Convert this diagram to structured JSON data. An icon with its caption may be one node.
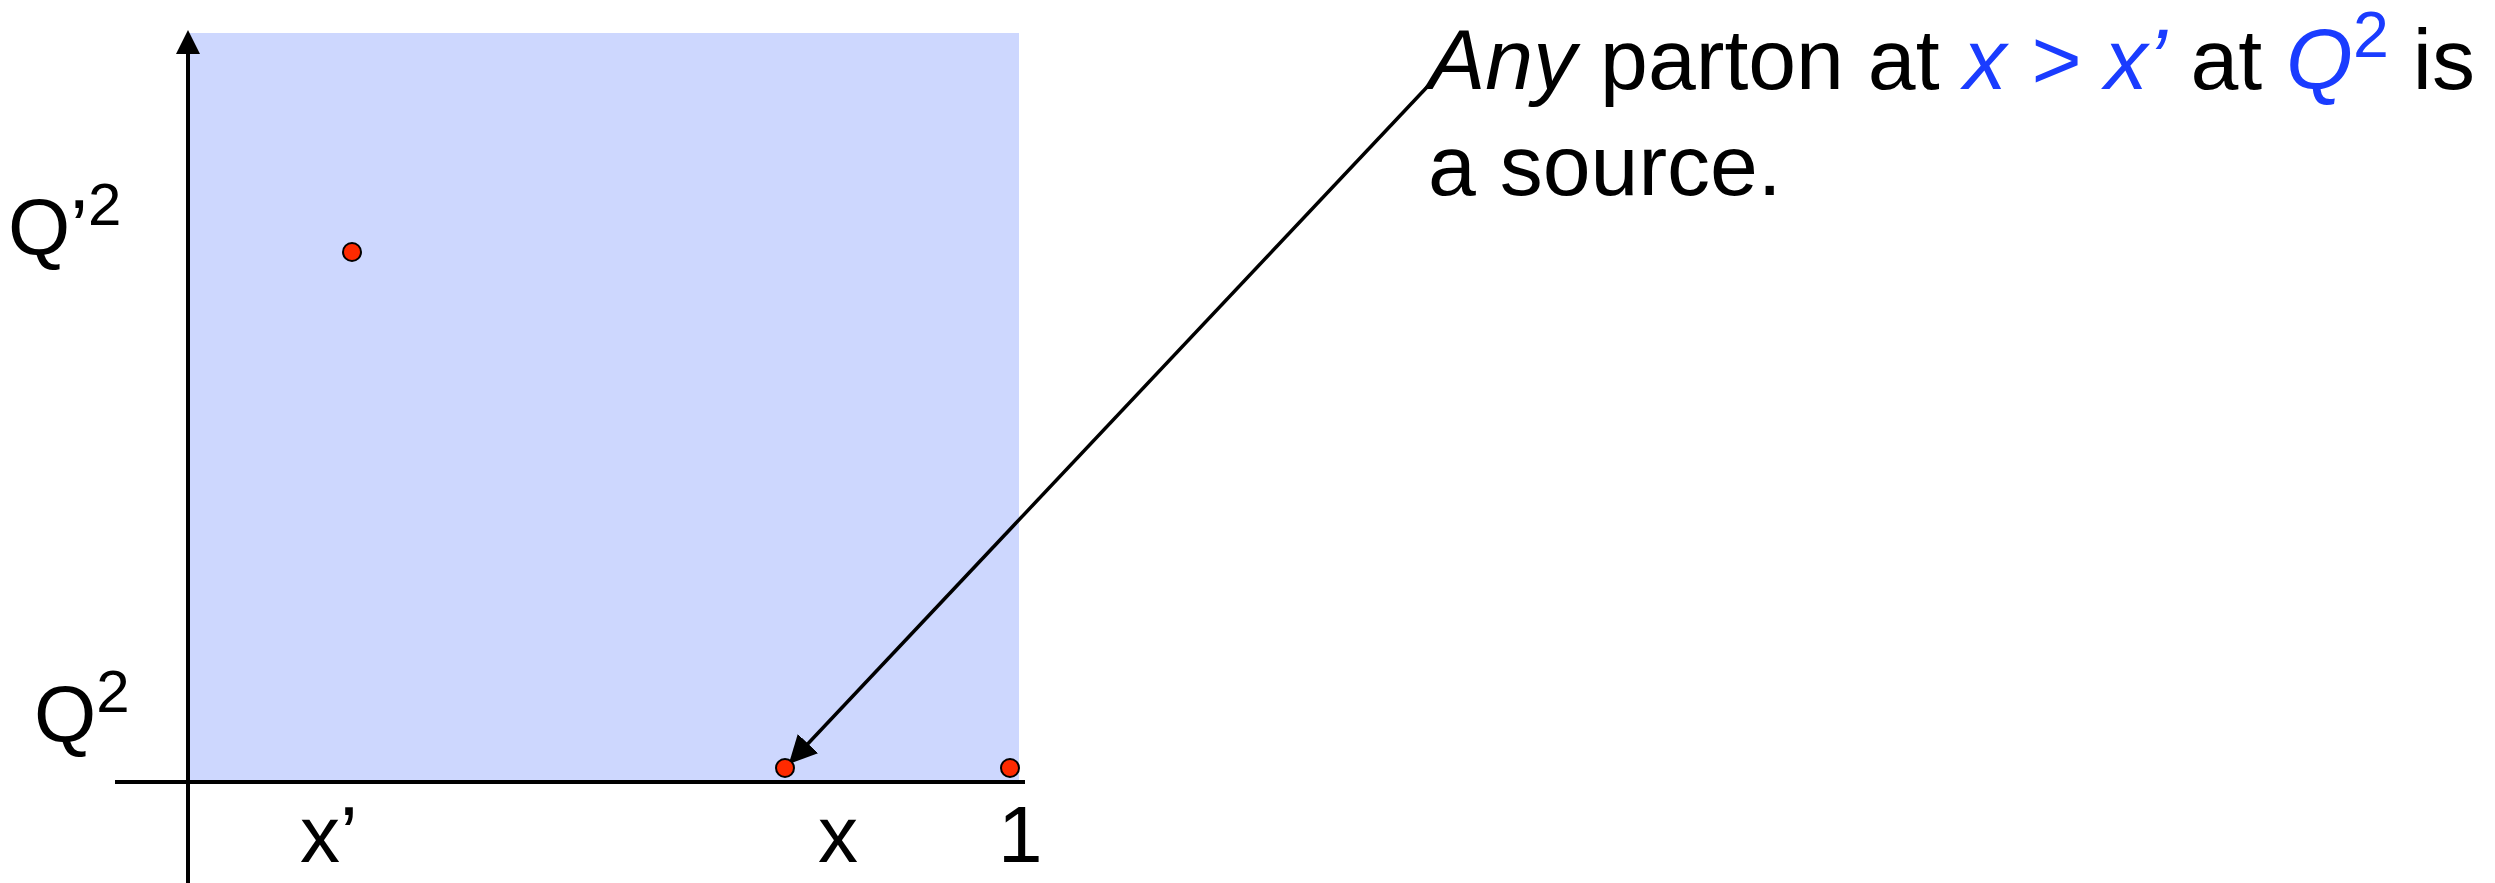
{
  "diagram": {
    "nodes": [
      {
        "text": [
          "*Any* parton at *x > x’* at *Q*$^{2}$ is a source."
        ]
      },
      {
        "text": [],
        "shape": "circle"
      },
      {
        "text": [],
        "shape": "circle"
      },
      {
        "text": [],
        "shape": "circle"
      }
    ],
    "edges": [
      {
        "from": 0,
        "to": 2,
        "arrow": "to"
      }
    ],
    "labels": [
      "Q’$^{2}$",
      "Q$^{2}$",
      "x’",
      "x",
      "1"
    ]
  }
}
